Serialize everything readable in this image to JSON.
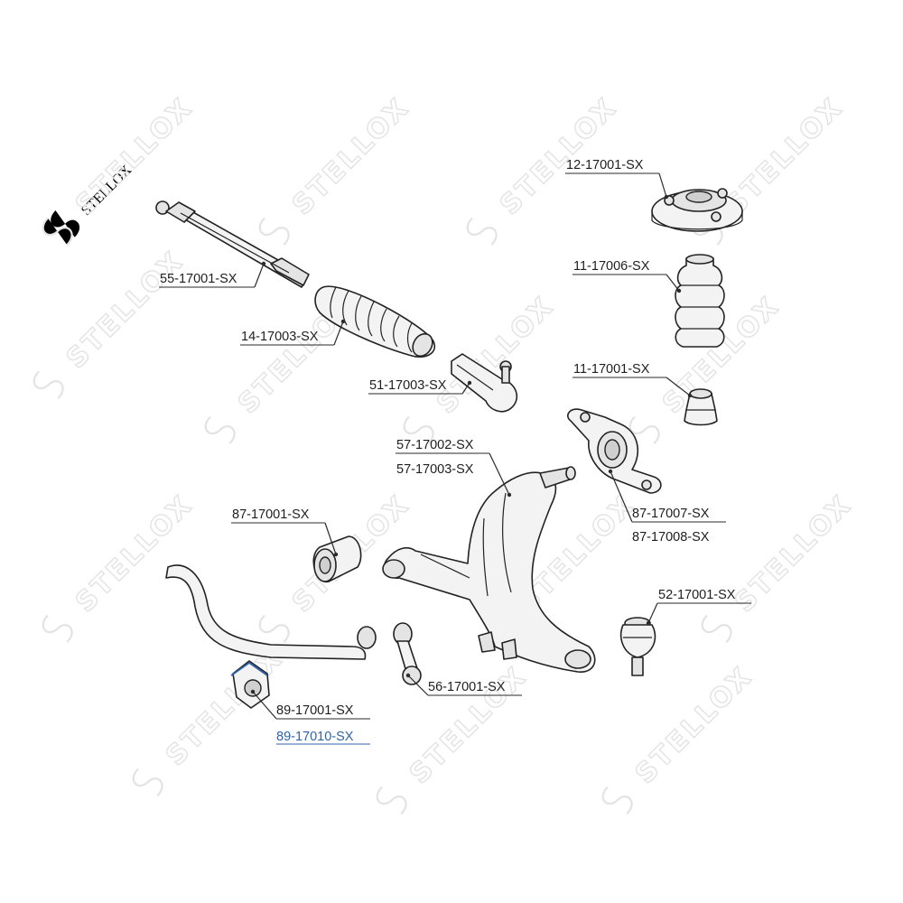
{
  "watermark": {
    "text": "STELLOX"
  },
  "parts": [
    {
      "id": "tie-rod",
      "label": "55-17001-SX"
    },
    {
      "id": "steering-boot",
      "label": "14-17003-SX"
    },
    {
      "id": "tie-rod-end",
      "label": "51-17003-SX"
    },
    {
      "id": "strut-mount",
      "label": "12-17001-SX"
    },
    {
      "id": "dust-boot",
      "label": "11-17006-SX"
    },
    {
      "id": "bump-stop",
      "label": "11-17001-SX"
    },
    {
      "id": "control-arm",
      "labels": [
        "57-17002-SX",
        "57-17003-SX"
      ]
    },
    {
      "id": "arm-bushing-rear",
      "labels": [
        "87-17007-SX",
        "87-17008-SX"
      ]
    },
    {
      "id": "arm-bushing-front",
      "label": "87-17001-SX"
    },
    {
      "id": "ball-joint",
      "label": "52-17001-SX"
    },
    {
      "id": "stabilizer-link",
      "label": "56-17001-SX"
    },
    {
      "id": "stabilizer-bushing",
      "labels": [
        "89-17001-SX",
        "89-17010-SX"
      ]
    }
  ]
}
